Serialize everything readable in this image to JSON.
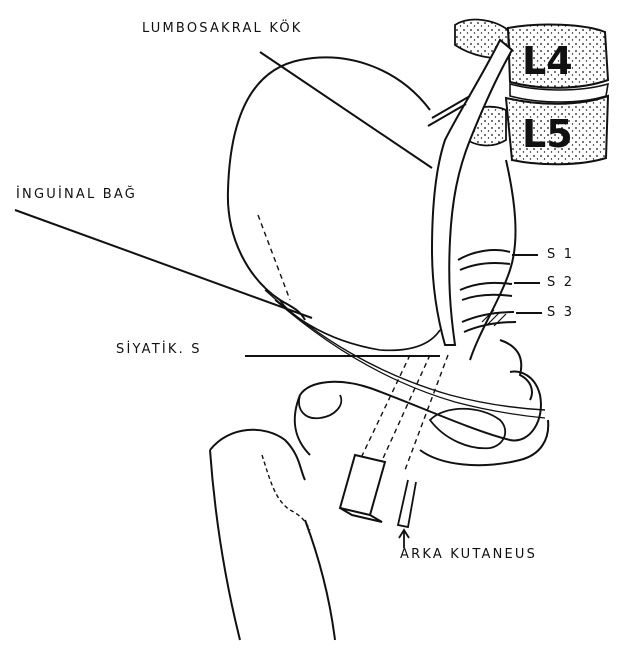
{
  "labels": {
    "lumbosakral": "LUMBOSAKRAL KÖK",
    "inguinal": "İNGUİNAL BAĞ",
    "siyatik": "SİYATİK. S",
    "s1": "S 1",
    "s2": "S 2",
    "s3": "S 3",
    "arka": "ARKA KUTANEUS"
  },
  "vertebrae": {
    "l4": "L4",
    "l5": "L5"
  },
  "colors": {
    "line": "#111111",
    "background": "#ffffff"
  }
}
